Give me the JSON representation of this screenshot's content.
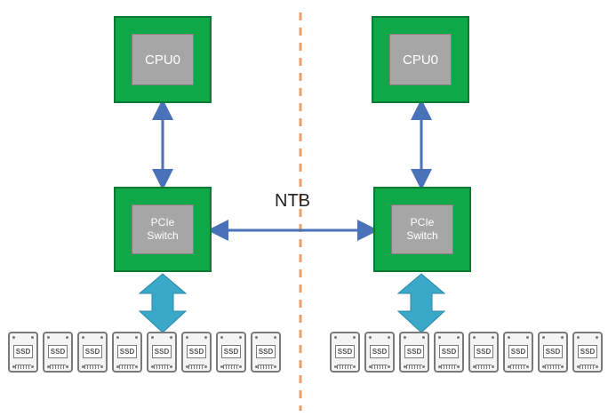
{
  "nodes": {
    "left_cpu": {
      "label": "CPU0"
    },
    "right_cpu": {
      "label": "CPU0"
    },
    "left_switch": {
      "label_line1": "PCIe",
      "label_line2": "Switch"
    },
    "right_switch": {
      "label_line1": "PCIe",
      "label_line2": "Switch"
    }
  },
  "link": {
    "label": "NTB"
  },
  "ssd_label": "SSD",
  "ssd_count_per_side": 8,
  "colors": {
    "chip_green": "#0fa848",
    "die_gray": "#a6a6a6",
    "link_blue": "#4a72b8",
    "bus_teal": "#3aa8c8",
    "divider_orange": "#e8a070"
  }
}
